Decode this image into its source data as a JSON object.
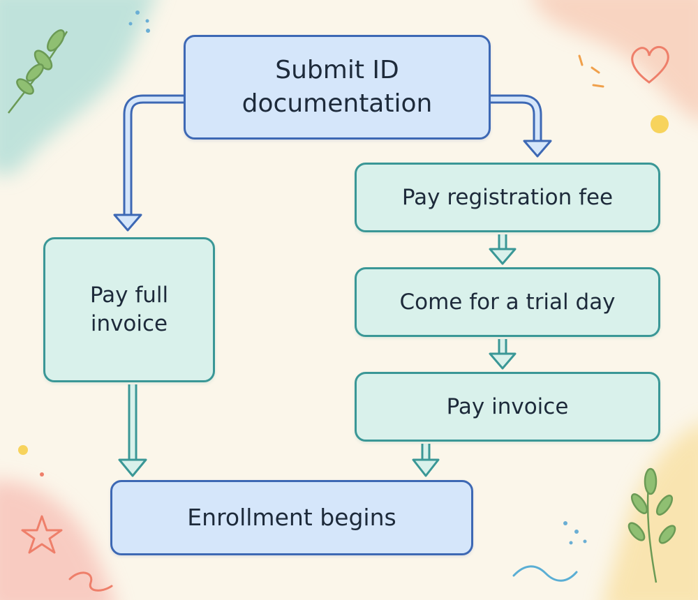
{
  "diagram": {
    "nodes": [
      {
        "id": "submit",
        "label": "Submit ID\ndocumentation",
        "style": "blue"
      },
      {
        "id": "regfee",
        "label": "Pay registration fee",
        "style": "teal"
      },
      {
        "id": "trial",
        "label": "Come for a trial day",
        "style": "teal"
      },
      {
        "id": "payinv",
        "label": "Pay invoice",
        "style": "teal"
      },
      {
        "id": "payfull",
        "label": "Pay full\ninvoice",
        "style": "teal"
      },
      {
        "id": "enroll",
        "label": "Enrollment begins",
        "style": "blue"
      }
    ],
    "edges": [
      {
        "from": "submit",
        "to": "payfull"
      },
      {
        "from": "submit",
        "to": "regfee"
      },
      {
        "from": "regfee",
        "to": "trial"
      },
      {
        "from": "trial",
        "to": "payinv"
      },
      {
        "from": "payfull",
        "to": "enroll"
      },
      {
        "from": "payinv",
        "to": "enroll"
      }
    ]
  },
  "colors": {
    "blue_fill": "#d5e6fa",
    "blue_border": "#3d68b4",
    "teal_fill": "#d9f1eb",
    "teal_border": "#3a9796",
    "background": "#fbf6ea"
  }
}
